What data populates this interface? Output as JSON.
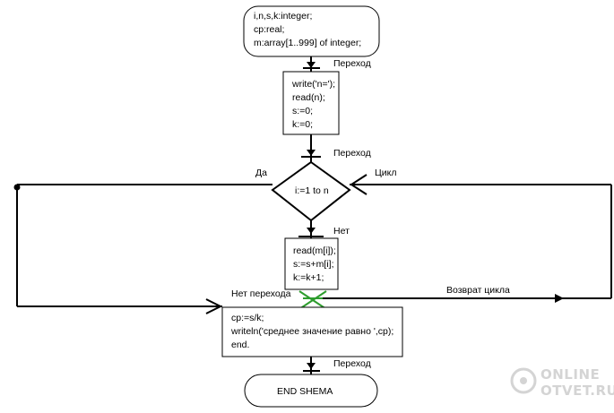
{
  "start_block": {
    "lines": [
      "i,n,s,k:integer;",
      "cp:real;",
      "m:array[1..999] of integer;"
    ]
  },
  "input_block": {
    "lines": [
      "write('n=');",
      "read(n);",
      "s:=0;",
      "k:=0;"
    ]
  },
  "decision": {
    "text": "i:=1 to n",
    "yes_label": "Да",
    "loop_label": "Цикл",
    "no_label": "Нет"
  },
  "loop_block": {
    "lines": [
      "read(m[i]);",
      "s:=s+m[i];",
      "k:=k+1;"
    ]
  },
  "output_block": {
    "lines": [
      "cp:=s/k;",
      "writeln('среднее значение равно ',cp);",
      "end."
    ]
  },
  "end_block": {
    "text": "END SHEMA"
  },
  "connectors": {
    "transition_1": "Переход",
    "transition_2": "Переход",
    "transition_3": "Переход",
    "no_transition": "Нет перехода",
    "loop_return": "Возврат цикла"
  },
  "watermark": {
    "line1": "ONLINE",
    "line2": "OTVET.RU"
  },
  "colors": {
    "line": "#000000",
    "cross": "#2e9d2e",
    "watermark": "#d4d4d4"
  }
}
